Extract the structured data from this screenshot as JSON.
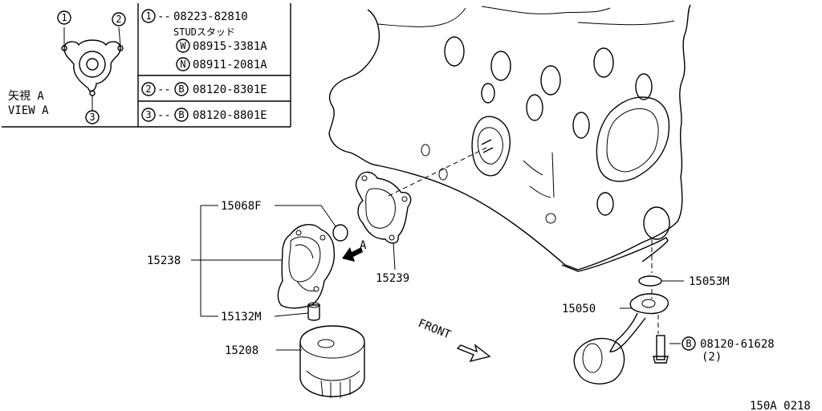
{
  "legend": {
    "view_label_jp": "矢視 A",
    "view_label_en": "VIEW A",
    "markers": [
      "1",
      "2",
      "3"
    ],
    "rows": [
      {
        "marker": "1",
        "prefix": "--",
        "part": "08223-82810"
      },
      {
        "marker": "",
        "prefix": "",
        "part": "STUDスタッド"
      },
      {
        "marker": "W",
        "prefix": "",
        "part": "08915-3381A"
      },
      {
        "marker": "N",
        "prefix": "",
        "part": "08911-2081A"
      },
      {
        "marker": "2",
        "prefix": "--",
        "sub": "B",
        "part": "08120-8301E"
      },
      {
        "marker": "3",
        "prefix": "--",
        "sub": "B",
        "part": "08120-8801E"
      }
    ]
  },
  "callouts": {
    "c15068F": "15068F",
    "c15238": "15238",
    "c15132M": "15132M",
    "c15208": "15208",
    "c15239": "15239",
    "c15053M": "15053M",
    "c15050": "15050",
    "bolt_marker": "B",
    "bolt_part": "08120-61628",
    "bolt_qty": "(2)",
    "arrow_a": "A",
    "front": "FRONT"
  },
  "figure_code": "150A 0218"
}
